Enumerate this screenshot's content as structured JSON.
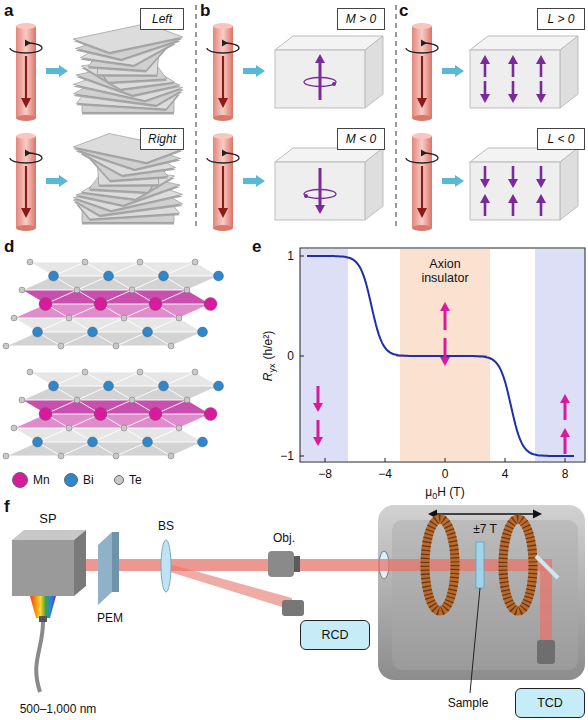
{
  "diagram": {
    "nodes": [
      {
        "text": [
          "Left"
        ]
      },
      {
        "text": [
          "Right"
        ]
      },
      {
        "text": [
          "M > 0"
        ]
      },
      {
        "text": [
          "M < 0"
        ]
      },
      {
        "text": [
          "L > 0"
        ]
      },
      {
        "text": [
          "L < 0"
        ]
      },
      {
        "text": [
          "Axion insulator"
        ]
      },
      {
        "text": [
          "RCD"
        ]
      },
      {
        "text": [
          "TCD"
        ]
      }
    ],
    "labels": [
      "a",
      "b",
      "c",
      "d",
      "e",
      "f",
      "1",
      "0",
      "−1",
      "−8",
      "−4",
      "0",
      "4",
      "8",
      "R",
      "yx",
      "(h/e²)",
      "μ",
      "0",
      "H (T)",
      "SP",
      "PEM",
      "BS",
      "Obj.",
      "±7 T",
      "Sample",
      "500–1,000 nm"
    ],
    "legend": [
      {
        "text": "Mn",
        "color": "#d81b9c"
      },
      {
        "text": "Bi",
        "color": "#2f86c8"
      },
      {
        "text": "Te",
        "color": "#c9c9c9"
      }
    ]
  }
}
